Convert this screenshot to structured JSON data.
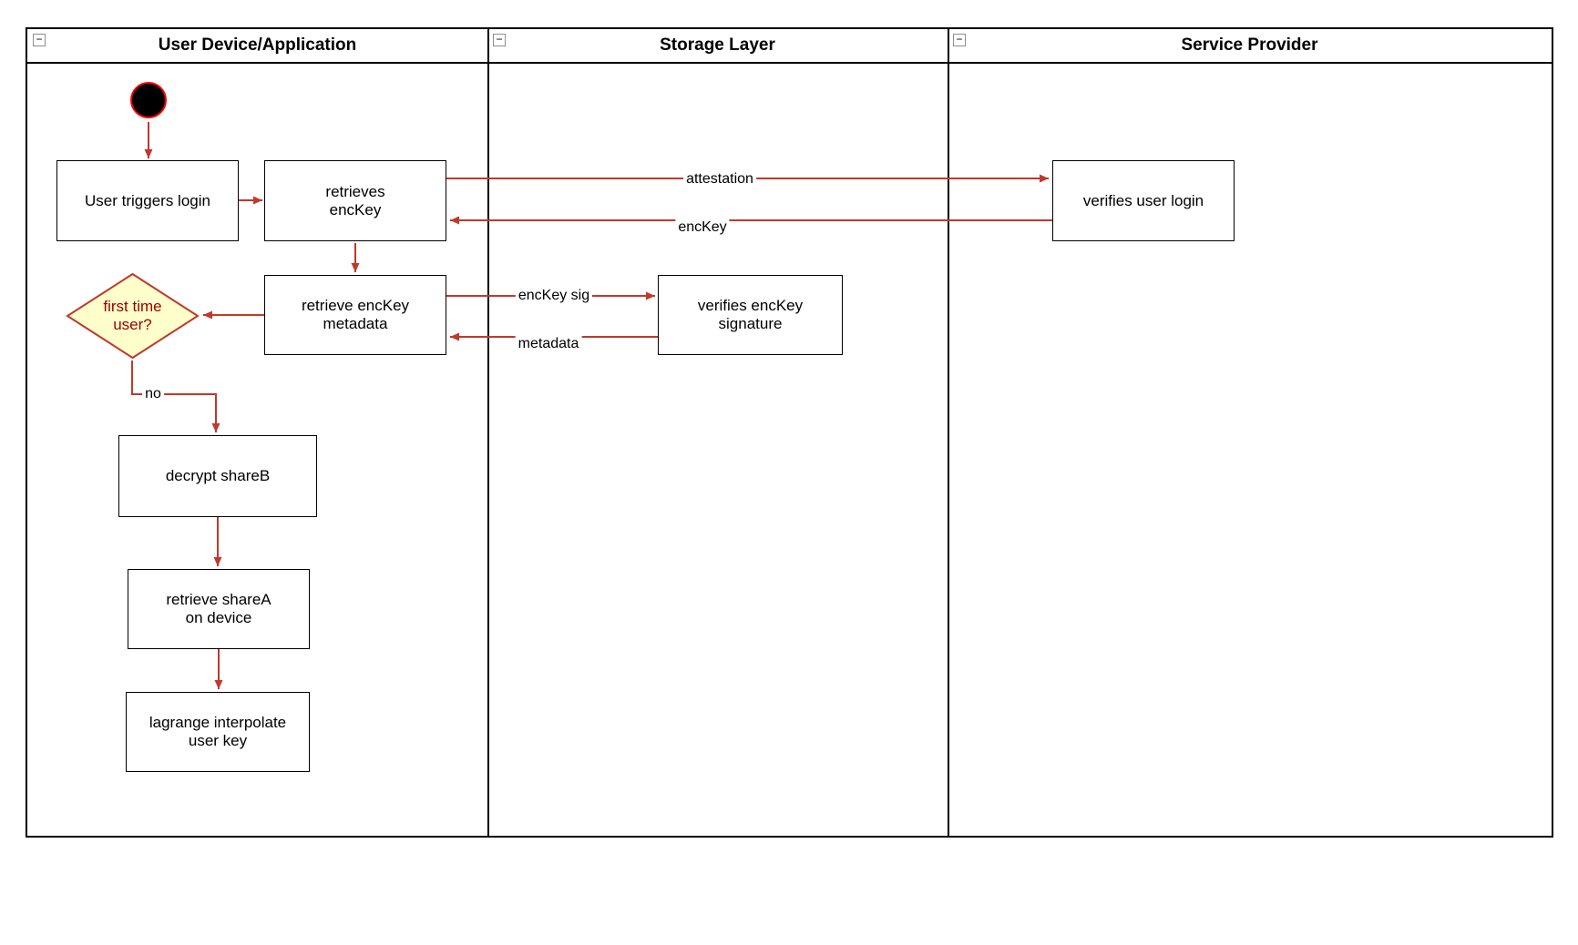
{
  "diagram": {
    "lanes": [
      {
        "title": "User Device/Application"
      },
      {
        "title": "Storage Layer"
      },
      {
        "title": "Service Provider"
      }
    ],
    "icons": {
      "collapse": "−"
    },
    "nodes": {
      "user_triggers_login": "User triggers login",
      "retrieves_enckey": "retrieves\nencKey",
      "verifies_user_login": "verifies user login",
      "retrieve_enckey_metadata": "retrieve encKey\nmetadata",
      "verifies_enckey_signature": "verifies encKey\nsignature",
      "first_time_user": "first time\nuser?",
      "decrypt_shareb": "decrypt shareB",
      "retrieve_sharea_on_device": "retrieve shareA\non device",
      "lagrange_interpolate_user_key": "lagrange interpolate\nuser key"
    },
    "edge_labels": {
      "attestation": "attestation",
      "enckey": "encKey",
      "enckey_sig": "encKey sig",
      "metadata": "metadata",
      "no": "no"
    },
    "colors": {
      "arrow": "#c0392b",
      "start_fill": "#000000",
      "start_stroke": "#ff0000",
      "diamond_fill": "#ffffcc",
      "diamond_stroke": "#c0392b",
      "diamond_text": "#990000"
    }
  }
}
